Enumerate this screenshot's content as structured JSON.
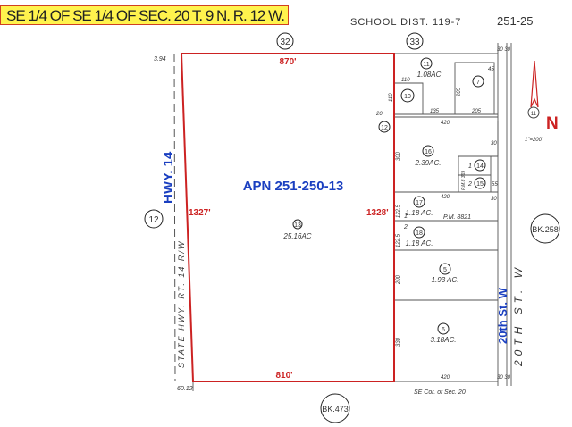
{
  "header": {
    "title": "SE 1/4 OF SE 1/4 OF SEC. 20 T. 9 N. R. 12 W.",
    "school_district": "SCHOOL DIST. 119-7",
    "page_number": "251-25",
    "title_background": "#fff34d"
  },
  "subject_parcel": {
    "apn": "APN 251-250-13",
    "parcel_number": "13",
    "acreage": "25.16AC",
    "north_dim": "870'",
    "south_dim": "810'",
    "west_dim": "1327'",
    "east_dim": "1328'",
    "outline_color": "#cc2222"
  },
  "roads": {
    "hwy_label": "HWY. 14",
    "state_hwy": "STATE HWY. RT. 14 R/W",
    "street_label": "20th St. W",
    "street_drawn": "20TH ST. W"
  },
  "book_refs": {
    "block_32": "32",
    "block_33": "33",
    "block_12": "12",
    "bk258": "BK.258",
    "bk473": "BK.473"
  },
  "parcels": [
    {
      "num": "11",
      "acres": "1.08AC"
    },
    {
      "num": "10",
      "acres": ""
    },
    {
      "num": "7",
      "acres": ""
    },
    {
      "num": "12",
      "acres": ""
    },
    {
      "num": "16",
      "acres": "2.39AC."
    },
    {
      "num": "14",
      "acres": ""
    },
    {
      "num": "15",
      "acres": ""
    },
    {
      "num": "17",
      "acres": "1.18 AC."
    },
    {
      "num": "18",
      "acres": "1.18 AC."
    },
    {
      "num": "5",
      "acres": "1.93 AC."
    },
    {
      "num": "6",
      "acres": "3.18AC."
    }
  ],
  "dimensions": {
    "nw_corner": "3.94",
    "sw_corner": "60.12",
    "d110_top": "110",
    "d110_side": "110",
    "d20": "20",
    "d135": "135",
    "d205_bottom": "205",
    "d205_side": "205",
    "d45": "45",
    "d3030_top": "30 30",
    "d420_a": "420",
    "d300": "300",
    "d30": "30",
    "d55": "55",
    "d420_b": "420",
    "d1225_a": "122.5",
    "d1225_b": "122.5",
    "lot1": "1",
    "lot2": "2",
    "lot1b": "1",
    "lot2b": "2",
    "pm369": "P.M.8 369",
    "pm8821": "P.M. 8821",
    "d200": "200",
    "d330": "330",
    "d420_c": "420",
    "d3030_bottom": "30 30",
    "se_corner": "SE Cor. of Sec. 20",
    "d30_b": "30"
  },
  "north_arrow": {
    "label": "N",
    "scale": "1\"=200'",
    "num": "11",
    "color": "#cc2222"
  }
}
